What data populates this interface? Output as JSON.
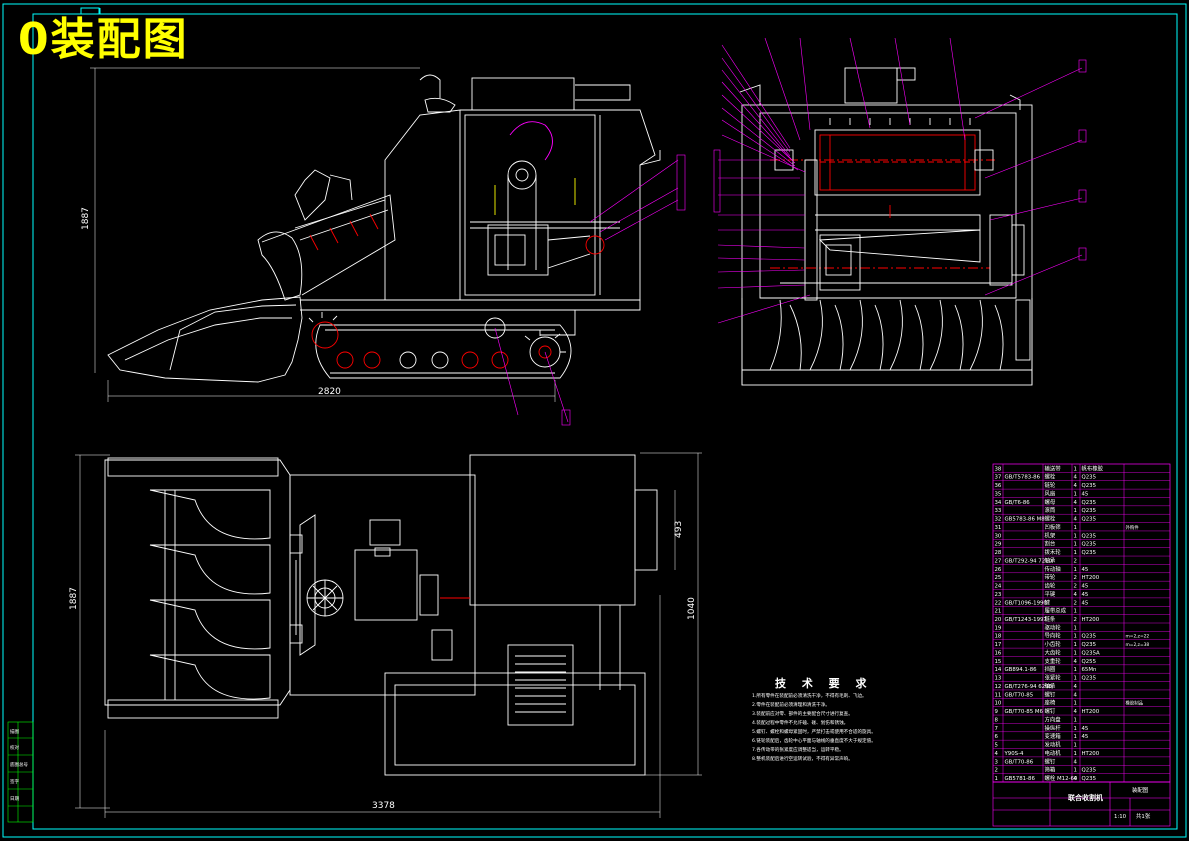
{
  "drawing": {
    "title": "0装配图",
    "side_elevation": {
      "length_dim": "2820",
      "height_dim": "1887"
    },
    "plan_view": {
      "length_dim": "3378",
      "width_dim": "1887",
      "body_width_dim": "1040",
      "part_width_dim": "493"
    },
    "technical_requirements": {
      "heading": "技 术 要 求",
      "lines": [
        "1.所有零件在装配前必须清洗干净，不得有毛刺、飞边。",
        "2.零件在装配前必须清理和清洗干净。",
        "3.装配前应对零、部件的主要配合尺寸进行复查。",
        "4.装配过程中零件不允许磕、碰、划伤和锈蚀。",
        "5.螺钉、螺栓和螺母紧固时，严禁打击或使用不合适的旋具。",
        "6.链轮装配后，齿轮中心平面与轴线的垂直度不大于规定值。",
        "7.各传动带的张紧度应调整适当，运转平稳。",
        "8.整机装配后进行空运转试验，不得有异常声响。"
      ]
    },
    "parts_list": {
      "rows": [
        {
          "no": "38",
          "code": "",
          "name": "输送带",
          "qty": "1",
          "material": "帆布橡胶",
          "note": ""
        },
        {
          "no": "37",
          "code": "GB/T5783-86",
          "name": "螺栓",
          "qty": "4",
          "material": "Q235",
          "note": ""
        },
        {
          "no": "36",
          "code": "",
          "name": "链轮",
          "qty": "4",
          "material": "Q235",
          "note": ""
        },
        {
          "no": "35",
          "code": "",
          "name": "风扇",
          "qty": "1",
          "material": "45",
          "note": ""
        },
        {
          "no": "34",
          "code": "GB/T6-86",
          "name": "螺母",
          "qty": "4",
          "material": "Q235",
          "note": ""
        },
        {
          "no": "33",
          "code": "",
          "name": "滚筒",
          "qty": "1",
          "material": "Q235",
          "note": ""
        },
        {
          "no": "32",
          "code": "GB5783-86 M8",
          "name": "螺栓",
          "qty": "4",
          "material": "Q235",
          "note": ""
        },
        {
          "no": "31",
          "code": "",
          "name": "凹板筛",
          "qty": "1",
          "material": "",
          "note": "外购件"
        },
        {
          "no": "30",
          "code": "",
          "name": "机架",
          "qty": "1",
          "material": "Q235",
          "note": ""
        },
        {
          "no": "29",
          "code": "",
          "name": "割台",
          "qty": "1",
          "material": "Q235",
          "note": ""
        },
        {
          "no": "28",
          "code": "",
          "name": "拨禾轮",
          "qty": "1",
          "material": "Q235",
          "note": ""
        },
        {
          "no": "27",
          "code": "GB/T292-94 7210",
          "name": "轴承",
          "qty": "2",
          "material": "",
          "note": ""
        },
        {
          "no": "26",
          "code": "",
          "name": "传动轴",
          "qty": "1",
          "material": "45",
          "note": ""
        },
        {
          "no": "25",
          "code": "",
          "name": "带轮",
          "qty": "2",
          "material": "HT200",
          "note": ""
        },
        {
          "no": "24",
          "code": "",
          "name": "齿轮",
          "qty": "2",
          "material": "45",
          "note": ""
        },
        {
          "no": "23",
          "code": "",
          "name": "平键",
          "qty": "4",
          "material": "45",
          "note": ""
        },
        {
          "no": "22",
          "code": "GB/T1096-1990",
          "name": "键",
          "qty": "2",
          "material": "45",
          "note": ""
        },
        {
          "no": "21",
          "code": "",
          "name": "履带总成",
          "qty": "1",
          "material": "",
          "note": ""
        },
        {
          "no": "20",
          "code": "GB/T1243-1997",
          "name": "链条",
          "qty": "2",
          "material": "HT200",
          "note": ""
        },
        {
          "no": "19",
          "code": "",
          "name": "驱动轮",
          "qty": "1",
          "material": "",
          "note": ""
        },
        {
          "no": "18",
          "code": "",
          "name": "导向轮",
          "qty": "1",
          "material": "Q235",
          "note": "m=2,z=22"
        },
        {
          "no": "17",
          "code": "",
          "name": "小齿轮",
          "qty": "1",
          "material": "Q235",
          "note": "m=2,z=38"
        },
        {
          "no": "16",
          "code": "",
          "name": "大齿轮",
          "qty": "1",
          "material": "Q235A",
          "note": ""
        },
        {
          "no": "15",
          "code": "",
          "name": "支重轮",
          "qty": "4",
          "material": "Q255",
          "note": ""
        },
        {
          "no": "14",
          "code": "GB894.1-86",
          "name": "挡圈",
          "qty": "1",
          "material": "65Mn",
          "note": ""
        },
        {
          "no": "13",
          "code": "",
          "name": "张紧轮",
          "qty": "1",
          "material": "Q235",
          "note": ""
        },
        {
          "no": "12",
          "code": "GB/T276-94 6208",
          "name": "轴承",
          "qty": "4",
          "material": "",
          "note": ""
        },
        {
          "no": "11",
          "code": "GB/T70-85",
          "name": "螺钉",
          "qty": "4",
          "material": "",
          "note": ""
        },
        {
          "no": "10",
          "code": "",
          "name": "座椅",
          "qty": "1",
          "material": "",
          "note": "橡胶制品"
        },
        {
          "no": "9",
          "code": "GB/T70-85 M6",
          "name": "螺钉",
          "qty": "4",
          "material": "HT200",
          "note": ""
        },
        {
          "no": "8",
          "code": "",
          "name": "方向盘",
          "qty": "1",
          "material": "",
          "note": ""
        },
        {
          "no": "7",
          "code": "",
          "name": "操纵杆",
          "qty": "1",
          "material": "45",
          "note": ""
        },
        {
          "no": "6",
          "code": "",
          "name": "变速箱",
          "qty": "1",
          "material": "45",
          "note": ""
        },
        {
          "no": "5",
          "code": "",
          "name": "发动机",
          "qty": "1",
          "material": "",
          "note": ""
        },
        {
          "no": "4",
          "code": "Y90S-4",
          "name": "电动机",
          "qty": "1",
          "material": "HT200",
          "note": ""
        },
        {
          "no": "3",
          "code": "GB/T70-86",
          "name": "螺钉",
          "qty": "4",
          "material": "",
          "note": ""
        },
        {
          "no": "2",
          "code": "",
          "name": "筛箱",
          "qty": "1",
          "material": "Q235",
          "note": ""
        },
        {
          "no": "1",
          "code": "GB5781-86",
          "name": "螺栓 M12-60",
          "qty": "4",
          "material": "Q235",
          "note": ""
        }
      ],
      "title_block": {
        "assembly_name": "联合收割机",
        "drawing_no": "装配图",
        "scale": "1:10",
        "sheet": "共1张"
      }
    },
    "left_strip": [
      "描图",
      "校对",
      "底图总号",
      "签字",
      "日期"
    ],
    "colors": {
      "line": "#ffffff",
      "frame": "#00ffff",
      "table": "#ff00ff",
      "red": "#ff0000",
      "title": "#ffff00",
      "leader": "#ff00ff",
      "green": "#00ff00"
    }
  }
}
